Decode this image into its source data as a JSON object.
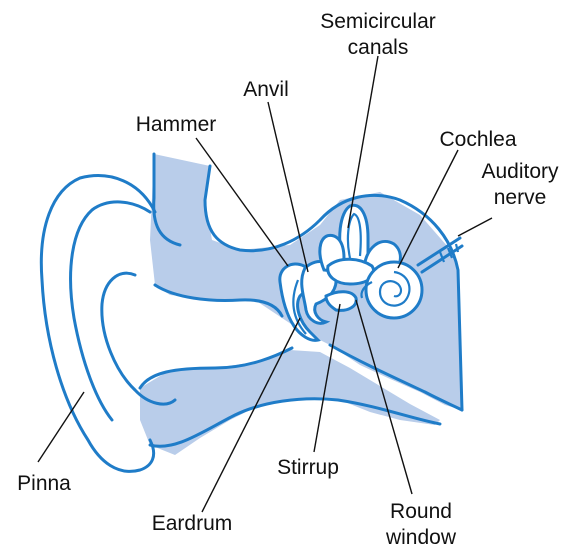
{
  "labels": {
    "semicircular_line1": "Semicircular",
    "semicircular_line2": "canals",
    "anvil": "Anvil",
    "hammer": "Hammer",
    "cochlea": "Cochlea",
    "auditory_line1": "Auditory",
    "auditory_line2": "nerve",
    "pinna": "Pinna",
    "stirrup": "Stirrup",
    "eardrum": "Eardrum",
    "round_line1": "Round",
    "round_line2": "window"
  },
  "colors": {
    "fill": "#b9cdea",
    "outline": "#1f7cc8",
    "text": "#111111"
  }
}
